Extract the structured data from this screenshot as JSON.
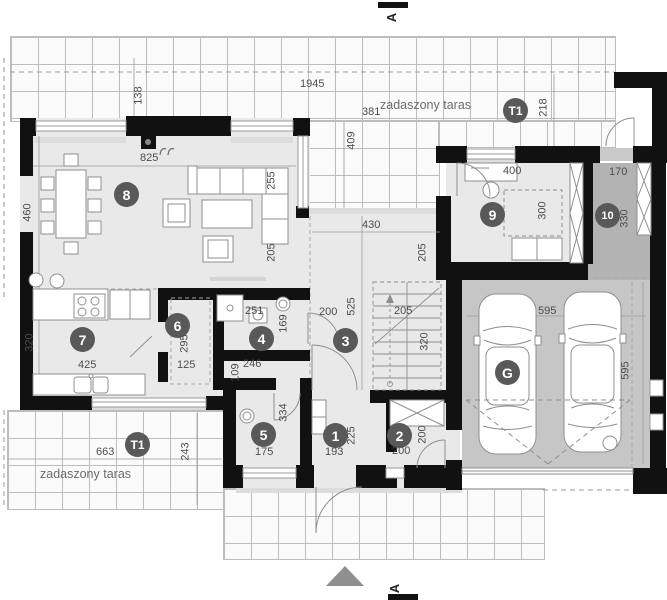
{
  "labels": {
    "terrace_top": "zadaszony taras",
    "terrace_bottom": "zadaszony taras",
    "section_marker": "A",
    "t1_marker": "T1",
    "garage": "G"
  },
  "rooms": {
    "r1": "1",
    "r2": "2",
    "r3": "3",
    "r4": "4",
    "r5": "5",
    "r6": "6",
    "r7": "7",
    "r8": "8",
    "r9": "9",
    "r10": "10"
  },
  "dims": {
    "t_height": "138",
    "site_w": "1945",
    "tb_w": "381",
    "tb_h": "409",
    "t_right": "218",
    "living_w": "825",
    "living_h": "460",
    "living_r1": "255",
    "living_r2": "205",
    "hall_top_w": "430",
    "hall_top_h": "205",
    "r9_w": "400",
    "r9_h": "300",
    "r10_w": "170",
    "r10_h": "330",
    "kitchen_h": "320",
    "kitchen_w": "425",
    "r6_h": "295",
    "r6_w": "125",
    "r4_w": "251",
    "r4_h": "169",
    "hall_door": "200",
    "hall_h": "525",
    "stairs_w": "205",
    "stairs_h": "320",
    "corr_w": "246",
    "corr_h": "109",
    "r5_h": "334",
    "r5_w": "175",
    "r1_h": "225",
    "r1_w": "193",
    "r2_w": "200",
    "r2_h": "200",
    "g_w": "595",
    "g_h": "595",
    "tbl_w": "663",
    "tbl_h": "243"
  }
}
